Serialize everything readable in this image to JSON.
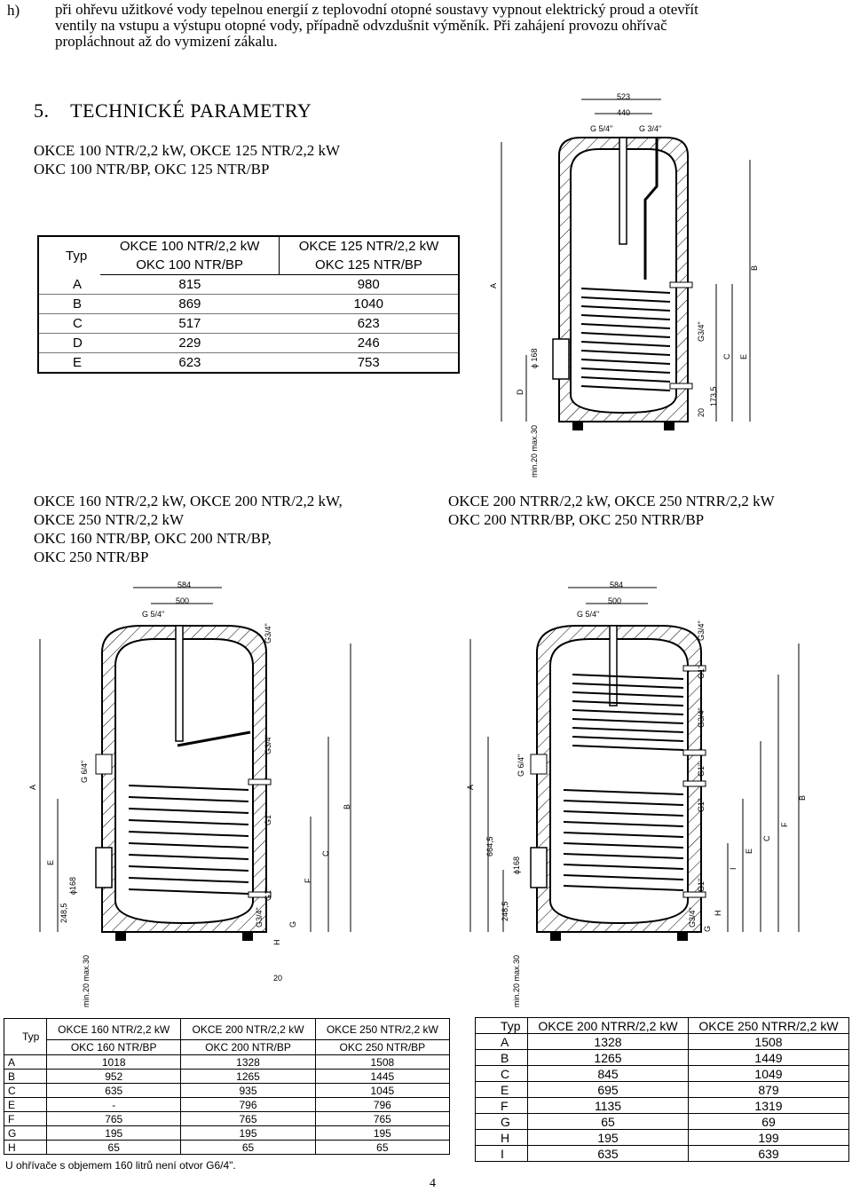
{
  "intro": {
    "marker": "h)",
    "lines": [
      "při ohřevu užitkové vody tepelnou energií z teplovodní otopné soustavy vypnout elektrický proud a otevřít",
      "ventily na vstupu a výstupu otopné vody, případně odvzdušnit výměník. Při zahájení provozu ohřívač",
      "propláchnout až do vymizení zákalu."
    ]
  },
  "section": {
    "number": "5.",
    "title": "TECHNICKÉ PARAMETRY"
  },
  "group1": {
    "header_line1": "OKCE 100 NTR/2,2 kW, OKCE 125 NTR/2,2 kW",
    "header_line2": "OKC 100 NTR/BP, OKC 125 NTR/BP",
    "table": {
      "typ_label": "Typ",
      "col_headers": [
        {
          "line1": "OKCE 100 NTR/2,2 kW",
          "line2": "OKC 100 NTR/BP"
        },
        {
          "line1": "OKCE 125 NTR/2,2 kW",
          "line2": "OKC 125 NTR/BP"
        }
      ],
      "rows": [
        {
          "label": "A",
          "values": [
            "815",
            "980"
          ]
        },
        {
          "label": "B",
          "values": [
            "869",
            "1040"
          ]
        },
        {
          "label": "C",
          "values": [
            "517",
            "623"
          ]
        },
        {
          "label": "D",
          "values": [
            "229",
            "246"
          ]
        },
        {
          "label": "E",
          "values": [
            "623",
            "753"
          ]
        }
      ]
    },
    "drawing_labels": {
      "dim_top1": "523",
      "dim_top2": "440",
      "g_left": "G 5/4\"",
      "g_right": "G 3/4\"",
      "a": "A",
      "b": "B",
      "c": "C",
      "d": "D",
      "e": "E",
      "g34": "G3/4\"",
      "phi": "ϕ 168",
      "d1735": "173,5",
      "d20": "20",
      "min": "min.20 max.30"
    }
  },
  "group2": {
    "header_lines": [
      "OKCE 160 NTR/2,2 kW, OKCE 200 NTR/2,2 kW,",
      "OKCE 250 NTR/2,2 kW",
      "OKC 160 NTR/BP, OKC 200 NTR/BP,",
      "OKC 250 NTR/BP"
    ],
    "table": {
      "typ_label": "Typ",
      "col_headers": [
        {
          "line1": "OKCE 160 NTR/2,2 kW",
          "line2": "OKC 160 NTR/BP"
        },
        {
          "line1": "OKCE 200 NTR/2,2 kW",
          "line2": "OKC 200 NTR/BP"
        },
        {
          "line1": "OKCE 250 NTR/2,2 kW",
          "line2": "OKC 250 NTR/BP"
        }
      ],
      "rows": [
        {
          "label": "A",
          "values": [
            "1018",
            "1328",
            "1508"
          ]
        },
        {
          "label": "B",
          "values": [
            "952",
            "1265",
            "1445"
          ]
        },
        {
          "label": "C",
          "values": [
            "635",
            "935",
            "1045"
          ]
        },
        {
          "label": "E",
          "values": [
            "-",
            "796",
            "796"
          ]
        },
        {
          "label": "F",
          "values": [
            "765",
            "765",
            "765"
          ]
        },
        {
          "label": "G",
          "values": [
            "195",
            "195",
            "195"
          ]
        },
        {
          "label": "H",
          "values": [
            "65",
            "65",
            "65"
          ]
        }
      ],
      "note": "U ohřívače s objemem 160 litrů není otvor G6/4\"."
    },
    "drawing_labels": {
      "dim_top1": "584",
      "dim_top2": "500",
      "g_top": "G 5/4\"",
      "g34": "G3/4\"",
      "g64": "G 6/4\"",
      "g1": "G1\"",
      "a": "A",
      "b": "B",
      "c": "C",
      "e": "E",
      "f": "F",
      "g": "G",
      "h": "H",
      "phi": "ϕ168",
      "d2485": "248,5",
      "d20": "20",
      "min": "min.20 max.30"
    }
  },
  "group3": {
    "header_line1": "OKCE 200 NTRR/2,2 kW, OKCE 250 NTRR/2,2 kW",
    "header_line2": "OKC 200 NTRR/BP, OKC 250 NTRR/BP",
    "table": {
      "typ_label": "Typ",
      "col_headers": [
        "OKCE 200 NTRR/2,2 kW",
        "OKCE 250 NTRR/2,2 kW"
      ],
      "rows": [
        {
          "label": "A",
          "values": [
            "1328",
            "1508"
          ]
        },
        {
          "label": "B",
          "values": [
            "1265",
            "1449"
          ]
        },
        {
          "label": "C",
          "values": [
            "845",
            "1049"
          ]
        },
        {
          "label": "E",
          "values": [
            "695",
            "879"
          ]
        },
        {
          "label": "F",
          "values": [
            "1135",
            "1319"
          ]
        },
        {
          "label": "G",
          "values": [
            "65",
            "69"
          ]
        },
        {
          "label": "H",
          "values": [
            "195",
            "199"
          ]
        },
        {
          "label": "I",
          "values": [
            "635",
            "639"
          ]
        }
      ]
    },
    "drawing_labels": {
      "dim_top1": "584",
      "dim_top2": "500",
      "g_top": "G 5/4\"",
      "g34": "G3/4\"",
      "g64": "G 6/4\"",
      "g1": "G1\"",
      "a": "A",
      "b": "B",
      "c": "C",
      "e": "E",
      "f": "F",
      "g": "G",
      "h": "H",
      "i": "I",
      "phi": "ϕ168",
      "d6645": "664,5",
      "d2485": "248,5",
      "min": "min.20 max.30"
    }
  },
  "page_number": "4"
}
